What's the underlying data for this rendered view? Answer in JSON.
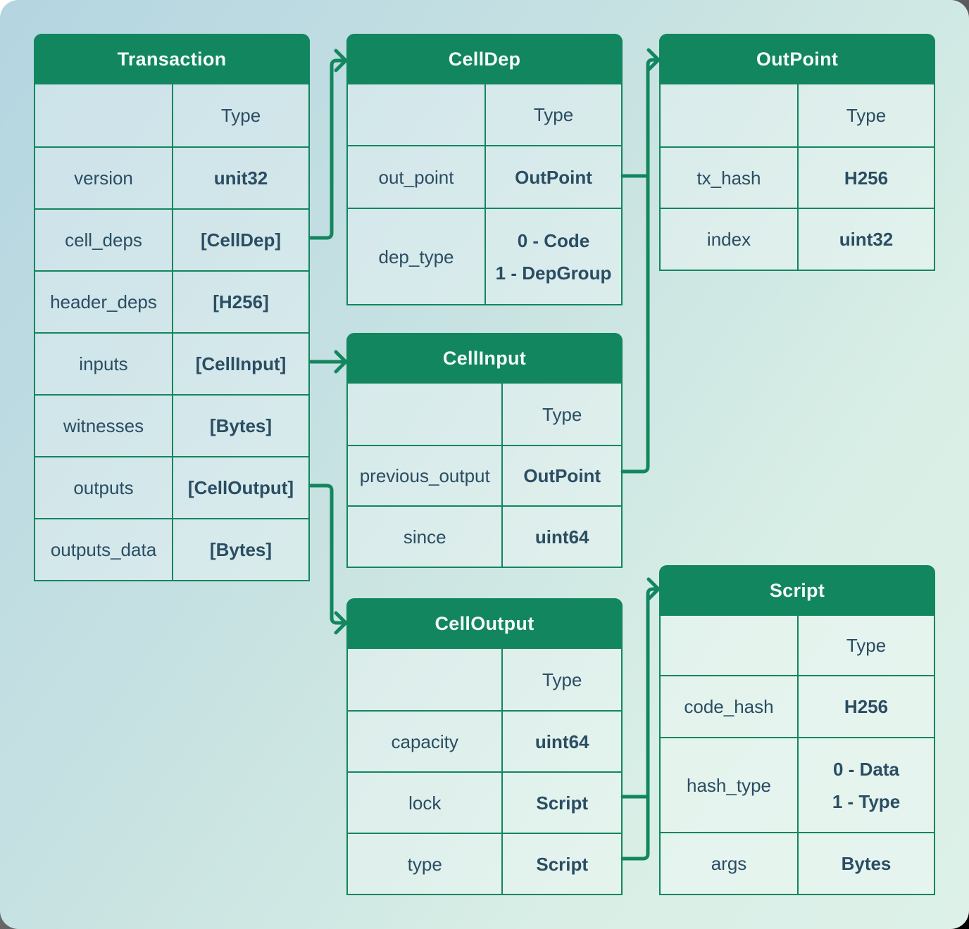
{
  "colors": {
    "accent_green": "#12865e",
    "cell_text": "#2b4d63",
    "header_text": "#f4fbf8"
  },
  "tables": {
    "transaction": {
      "title": "Transaction",
      "type_column_header": "Type",
      "rows": [
        {
          "label": "",
          "value": "Type"
        },
        {
          "label": "version",
          "value": "unit32"
        },
        {
          "label": "cell_deps",
          "value": "[CellDep]"
        },
        {
          "label": "header_deps",
          "value": "[H256]"
        },
        {
          "label": "inputs",
          "value": "[CellInput]"
        },
        {
          "label": "witnesses",
          "value": "[Bytes]"
        },
        {
          "label": "outputs",
          "value": "[CellOutput]"
        },
        {
          "label": "outputs_data",
          "value": "[Bytes]"
        }
      ]
    },
    "celldep": {
      "title": "CellDep",
      "rows": [
        {
          "label": "",
          "value": "Type"
        },
        {
          "label": "out_point",
          "value": "OutPoint"
        },
        {
          "label": "dep_type",
          "value": "0 - Code",
          "value2": "1 - DepGroup"
        }
      ]
    },
    "outpoint": {
      "title": "OutPoint",
      "rows": [
        {
          "label": "",
          "value": "Type"
        },
        {
          "label": "tx_hash",
          "value": "H256"
        },
        {
          "label": "index",
          "value": "uint32"
        }
      ]
    },
    "cellinput": {
      "title": "CellInput",
      "rows": [
        {
          "label": "",
          "value": "Type"
        },
        {
          "label": "previous_output",
          "value": "OutPoint"
        },
        {
          "label": "since",
          "value": "uint64"
        }
      ]
    },
    "celloutput": {
      "title": "CellOutput",
      "rows": [
        {
          "label": "",
          "value": "Type"
        },
        {
          "label": "capacity",
          "value": "uint64"
        },
        {
          "label": "lock",
          "value": "Script"
        },
        {
          "label": "type",
          "value": "Script"
        }
      ]
    },
    "script": {
      "title": "Script",
      "rows": [
        {
          "label": "",
          "value": "Type"
        },
        {
          "label": "code_hash",
          "value": "H256"
        },
        {
          "label": "hash_type",
          "value": "0 - Data",
          "value2": "1 - Type"
        },
        {
          "label": "args",
          "value": "Bytes"
        }
      ]
    }
  },
  "relations": [
    {
      "from": "Transaction.cell_deps",
      "to": "CellDep"
    },
    {
      "from": "Transaction.inputs",
      "to": "CellInput"
    },
    {
      "from": "Transaction.outputs",
      "to": "CellOutput"
    },
    {
      "from": "CellDep.out_point",
      "to": "OutPoint"
    },
    {
      "from": "CellInput.previous_output",
      "to": "OutPoint"
    },
    {
      "from": "CellOutput.lock",
      "to": "Script"
    },
    {
      "from": "CellOutput.type",
      "to": "Script"
    }
  ]
}
